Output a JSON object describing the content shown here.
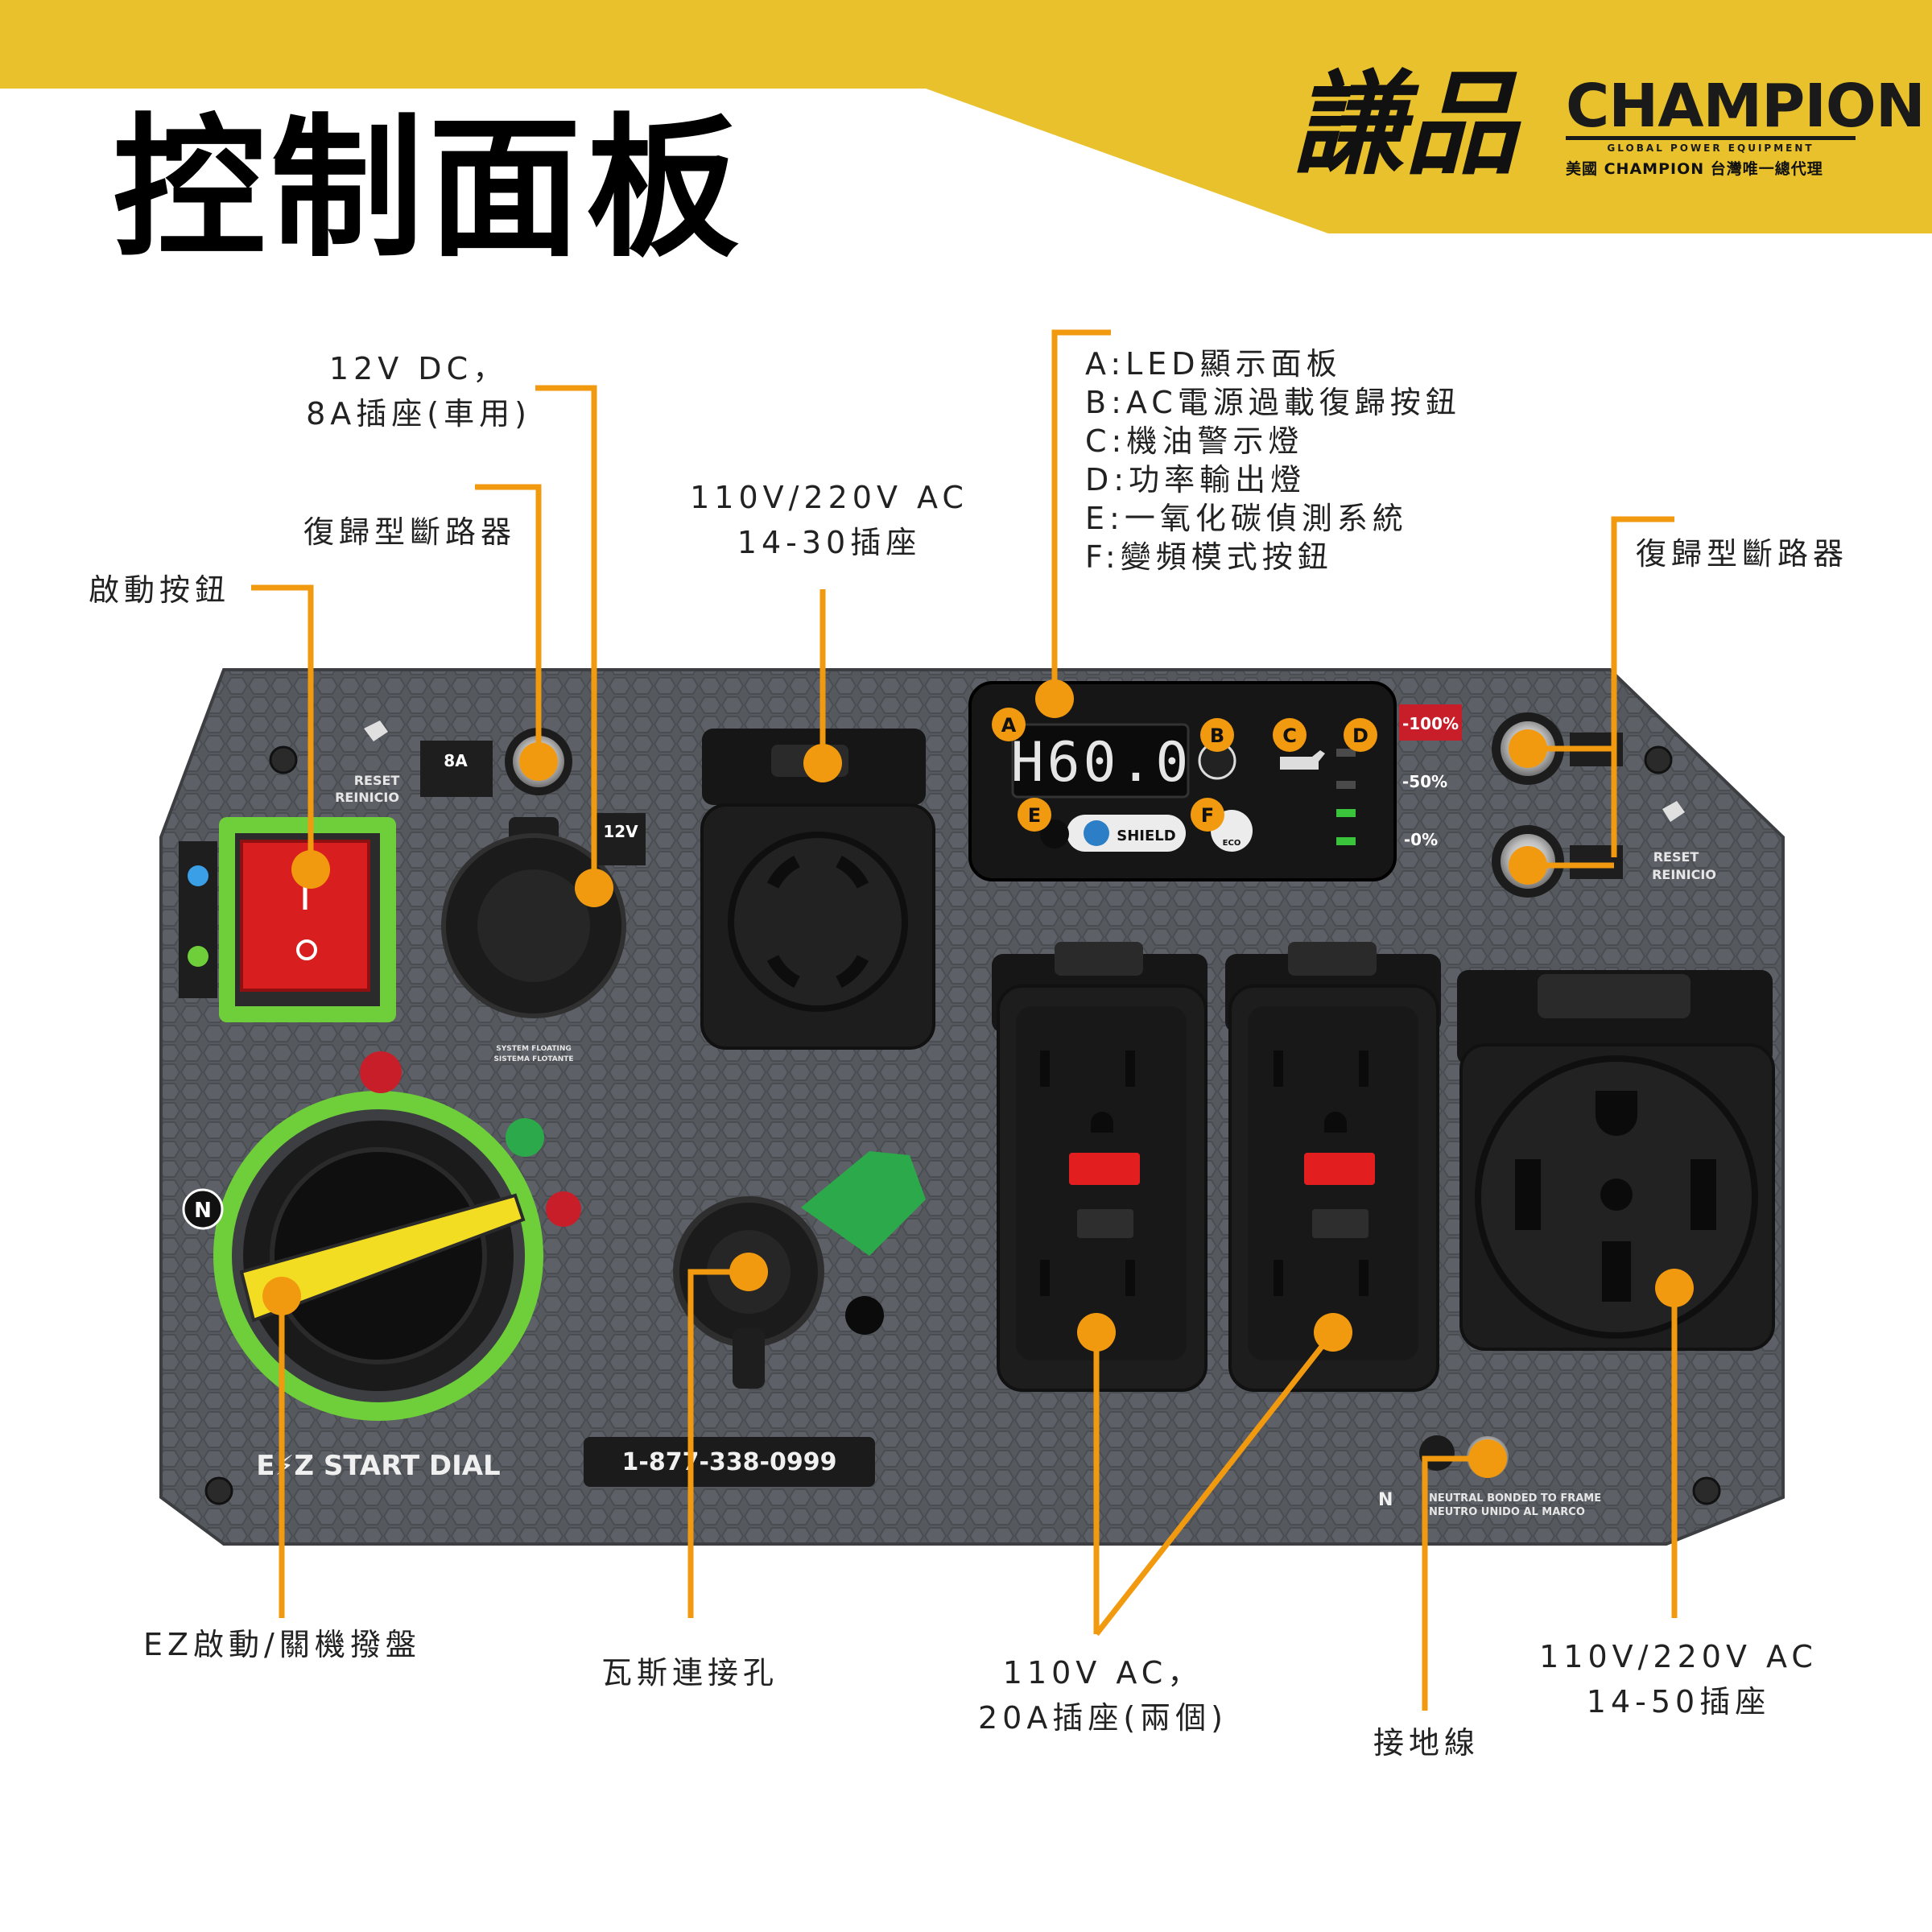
{
  "header": {
    "title": "控制面板",
    "brand_chinese": "謙品",
    "brand_name": "CHAMPION",
    "brand_tagline": "GLOBAL POWER EQUIPMENT",
    "brand_agent": "美國 CHAMPION 台灣唯一總代理"
  },
  "labels": {
    "start_button": "啟動按鈕",
    "breaker_left": "復歸型斷路器",
    "dc_outlet": [
      "12V DC，",
      "8A插座(車用)"
    ],
    "ac_1430": [
      "110V/220V AC",
      "14-30插座"
    ],
    "led_legend": [
      "A:LED顯示面板",
      "B:AC電源過載復歸按鈕",
      "C:機油警示燈",
      "D:功率輸出燈",
      "E:一氧化碳偵測系統",
      "F:變頻模式按鈕"
    ],
    "breaker_right": "復歸型斷路器",
    "ez_dial": "EZ啟動/關機撥盤",
    "gas_port": "瓦斯連接孔",
    "ac_20a": [
      "110V AC，",
      "20A插座(兩個)"
    ],
    "ground": "接地線",
    "ac_1450": [
      "110V/220V AC",
      "14-50插座"
    ]
  },
  "panel": {
    "reset_en": "RESET",
    "reset_es": "REINICIO",
    "dc_breaker_rating": "8A",
    "dc_voltage": "12V",
    "dc_system_note": [
      "SYSTEM FLOATING",
      "SISTEMA FLOTANTE"
    ],
    "led_readout": "H60.0",
    "co_shield": "SHIELD",
    "eco_mark": "ECO",
    "power_100": "-100%",
    "power_50": "-50%",
    "power_0": "-0%",
    "ez_start": "E⚡Z START DIAL",
    "support_phone": "1-877-338-0999",
    "neutral_note": [
      "NEUTRAL BONDED TO FRAME",
      "NEUTRO UNIDO AL MARCO"
    ],
    "marker_letters": [
      "A",
      "B",
      "C",
      "D",
      "E",
      "F"
    ],
    "dial_off": "N"
  },
  "colors": {
    "banner_yellow": "#E8C12D",
    "callout_orange": "#F29A0F",
    "panel_gray": "#55585d",
    "start_red": "#d81e1e",
    "eco_green": "#6fcf3a",
    "dial_yellow": "#f2dd22"
  }
}
